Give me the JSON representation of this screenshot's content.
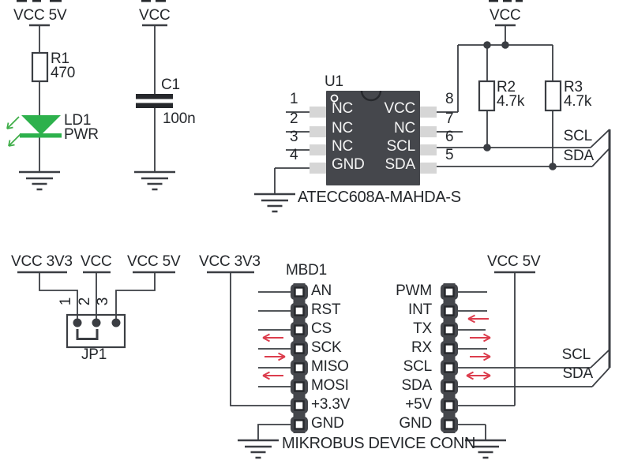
{
  "colors": {
    "wire": "#3b3e43",
    "text": "#24272b",
    "plate": "#26282c",
    "chip_body": "#45474c",
    "chip_pad": "#d6d6d6",
    "chip_text": "#f4f4f4",
    "header_body": "#45474c",
    "led_green": "#2db14c",
    "arrow_green": "#3fae49",
    "arrow_red": "#dc3d4d"
  },
  "led_circuit": {
    "rail": "VCC 5V",
    "r_ref": "R1",
    "r_val": "470",
    "led_ref": "LD1",
    "led_label": "PWR"
  },
  "cap_circuit": {
    "rail": "VCC",
    "ref": "C1",
    "val": "100n"
  },
  "ic": {
    "ref": "U1",
    "part": "ATECC608A-MAHDA-S",
    "left_pins": [
      {
        "num": "1",
        "name": "NC"
      },
      {
        "num": "2",
        "name": "NC"
      },
      {
        "num": "3",
        "name": "NC"
      },
      {
        "num": "4",
        "name": "GND"
      }
    ],
    "right_pins": [
      {
        "num": "8",
        "name": "VCC"
      },
      {
        "num": "7",
        "name": "NC"
      },
      {
        "num": "6",
        "name": "SCL"
      },
      {
        "num": "5",
        "name": "SDA"
      }
    ]
  },
  "pullups": {
    "rail": "VCC",
    "r2_ref": "R2",
    "r2_val": "4.7k",
    "r3_ref": "R3",
    "r3_val": "4.7k",
    "scl": "SCL",
    "sda": "SDA"
  },
  "jp1": {
    "ref": "JP1",
    "rails": [
      "VCC 3V3",
      "VCC",
      "VCC 5V"
    ],
    "pins": [
      "1",
      "2",
      "3"
    ]
  },
  "mikrobus": {
    "title": "MIKROBUS DEVICE CONN",
    "ref": "MBD1",
    "left_rail": "VCC 3V3",
    "right_rail": "VCC 5V",
    "left_pins": [
      "AN",
      "RST",
      "CS",
      "SCK",
      "MISO",
      "MOSI",
      "+3.3V",
      "GND"
    ],
    "right_pins": [
      "PWM",
      "INT",
      "TX",
      "RX",
      "SCL",
      "SDA",
      "+5V",
      "GND"
    ],
    "scl": "SCL",
    "sda": "SDA"
  }
}
